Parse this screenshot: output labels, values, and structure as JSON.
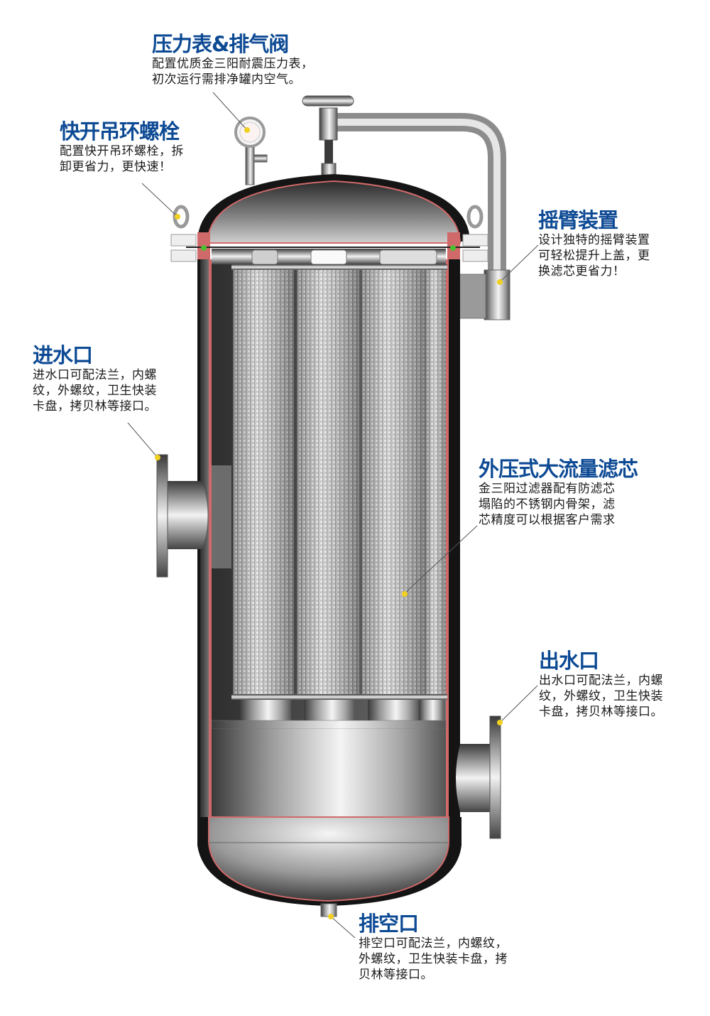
{
  "colors": {
    "title_blue": "#0d4a94",
    "body_text": "#1a1a1a",
    "gasket_red": "#d06a6a",
    "marker_yellow": "#f0d020",
    "seal_green": "#4cc030",
    "shell_dark": "#1a1a1a"
  },
  "callouts": {
    "gauge": {
      "title": "压力表&排气阀",
      "body": "配置优质金三阳耐震压力表，\n初次运行需排净罐内空气。"
    },
    "eyebolt": {
      "title": "快开吊环螺栓",
      "body": "配置快开吊环螺栓，拆\n卸更省力，更快速！"
    },
    "swing_arm": {
      "title": "摇臂装置",
      "body": "设计独特的摇臂装置\n可轻松提升上盖，更\n换滤芯更省力！"
    },
    "inlet": {
      "title": "进水口",
      "body": "进水口可配法兰，内螺\n纹，外螺纹，卫生快装\n卡盘，拷贝林等接口。"
    },
    "cartridge": {
      "title": "外压式大流量滤芯",
      "body": "金三阳过滤器配有防滤芯\n塌陷的不锈钢内骨架，滤\n芯精度可以根据客户需求"
    },
    "outlet": {
      "title": "出水口",
      "body": "出水口可配法兰，内螺\n纹，外螺纹，卫生快装\n卡盘，拷贝林等接口。"
    },
    "drain": {
      "title": "排空口",
      "body": "排空口可配法兰，内螺纹，\n外螺纹，卫生快装卡盘，拷\n贝林等接口。"
    }
  },
  "components": {
    "filter_cartridges_visible": 4,
    "flanges": [
      "inlet-left",
      "outlet-right"
    ],
    "gauge_marker": "pressure-gauge",
    "top_handwheel": "swing-arm-handwheel"
  }
}
